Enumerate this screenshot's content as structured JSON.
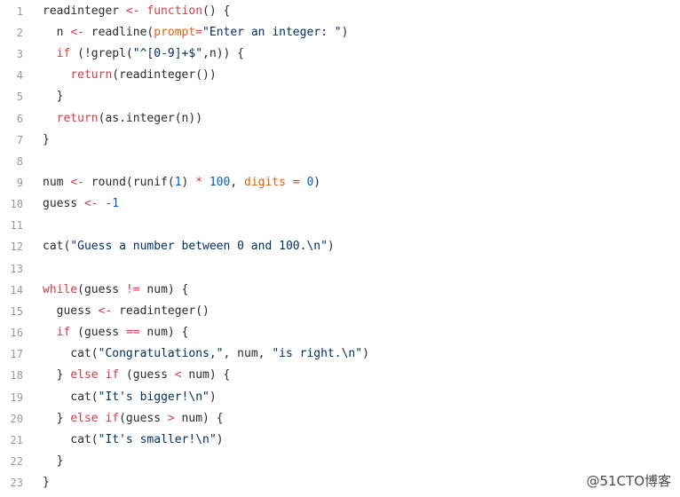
{
  "line_numbers": [
    "1",
    "2",
    "3",
    "4",
    "5",
    "6",
    "7",
    "8",
    "9",
    "10",
    "11",
    "12",
    "13",
    "14",
    "15",
    "16",
    "17",
    "18",
    "19",
    "20",
    "21",
    "22",
    "23"
  ],
  "tokens": {
    "l1": [
      "readinteger ",
      "<-",
      " ",
      "function",
      "() {"
    ],
    "l2": [
      "  n ",
      "<-",
      " readline(",
      "prompt",
      "=",
      "\"Enter an integer: \"",
      ")"
    ],
    "l3": [
      "  ",
      "if",
      " (!grepl(",
      "\"^[0-9]+$\"",
      ",n)) {"
    ],
    "l4": [
      "    ",
      "return",
      "(readinteger())"
    ],
    "l5": [
      "  }"
    ],
    "l6": [
      "  ",
      "return",
      "(as.integer(n))"
    ],
    "l7": [
      "}"
    ],
    "l9": [
      "num ",
      "<-",
      " round(runif(",
      "1",
      ") ",
      "*",
      " ",
      "100",
      ", ",
      "digits",
      " ",
      "=",
      " ",
      "0",
      ")"
    ],
    "l10": [
      "guess ",
      "<-",
      " ",
      "-1"
    ],
    "l12": [
      "cat(",
      "\"Guess a number between 0 and 100.\\n\"",
      ")"
    ],
    "l14": [
      "while",
      "(guess ",
      "!=",
      " num) {"
    ],
    "l15": [
      "  guess ",
      "<-",
      " readinteger()"
    ],
    "l16": [
      "  ",
      "if",
      " (guess ",
      "==",
      " num) {"
    ],
    "l17": [
      "    cat(",
      "\"Congratulations,\"",
      ", num, ",
      "\"is right.\\n\"",
      ")"
    ],
    "l18": [
      "  } ",
      "else",
      " ",
      "if",
      " (guess ",
      "<",
      " num) {"
    ],
    "l19": [
      "    cat(",
      "\"It's bigger!\\n\"",
      ")"
    ],
    "l20": [
      "  } ",
      "else",
      " ",
      "if",
      "(guess ",
      ">",
      " num) {"
    ],
    "l21": [
      "    cat(",
      "\"It's smaller!\\n\"",
      ")"
    ],
    "l22": [
      "  }"
    ],
    "l23": [
      "}"
    ]
  },
  "watermark": "@51CTO博客",
  "colors": {
    "keyword": "#d73a49",
    "number": "#005cc5",
    "string": "#032f62",
    "argument": "#e36209",
    "line_number": "#9a9a9a"
  }
}
